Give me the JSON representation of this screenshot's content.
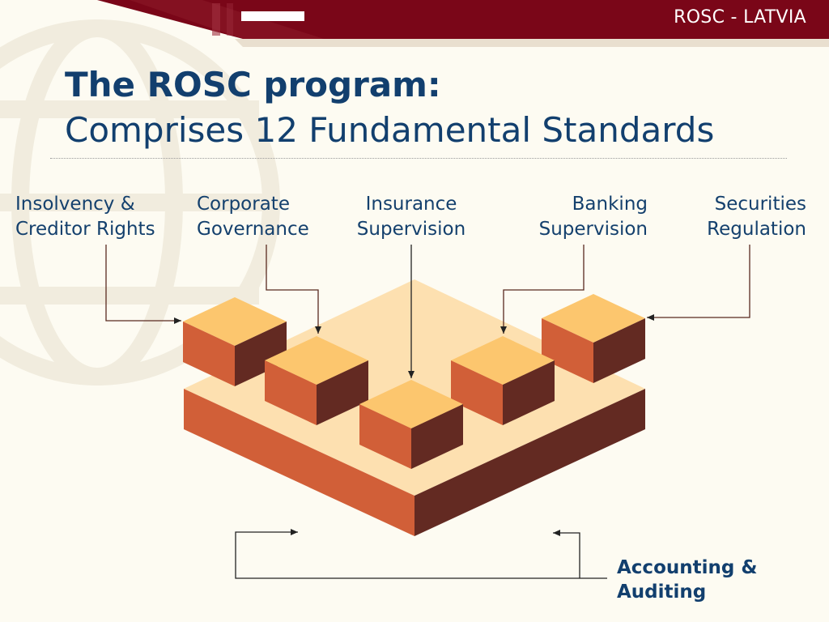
{
  "header": {
    "title": "ROSC - LATVIA"
  },
  "slide": {
    "title_bold": "The ROSC program:",
    "title_sub": "Comprises 12 Fundamental Standards"
  },
  "labels": {
    "insolvency": {
      "line1": "Insolvency &",
      "line2": "Creditor Rights"
    },
    "governance": {
      "line1": "Corporate",
      "line2": "Governance"
    },
    "insurance": {
      "line1": "Insurance",
      "line2": "Supervision"
    },
    "banking": {
      "line1": "Banking",
      "line2": "Supervision"
    },
    "securities": {
      "line1": "Securities",
      "line2": "Regulation"
    },
    "accounting": {
      "line1": "Accounting &",
      "line2": "Auditing"
    }
  },
  "colors": {
    "header_bar": "#7a0618",
    "title": "#123f6e",
    "block_top": "#fcc66e",
    "block_left": "#d15f38",
    "block_right": "#632a22",
    "base_top": "#fde0b0"
  }
}
